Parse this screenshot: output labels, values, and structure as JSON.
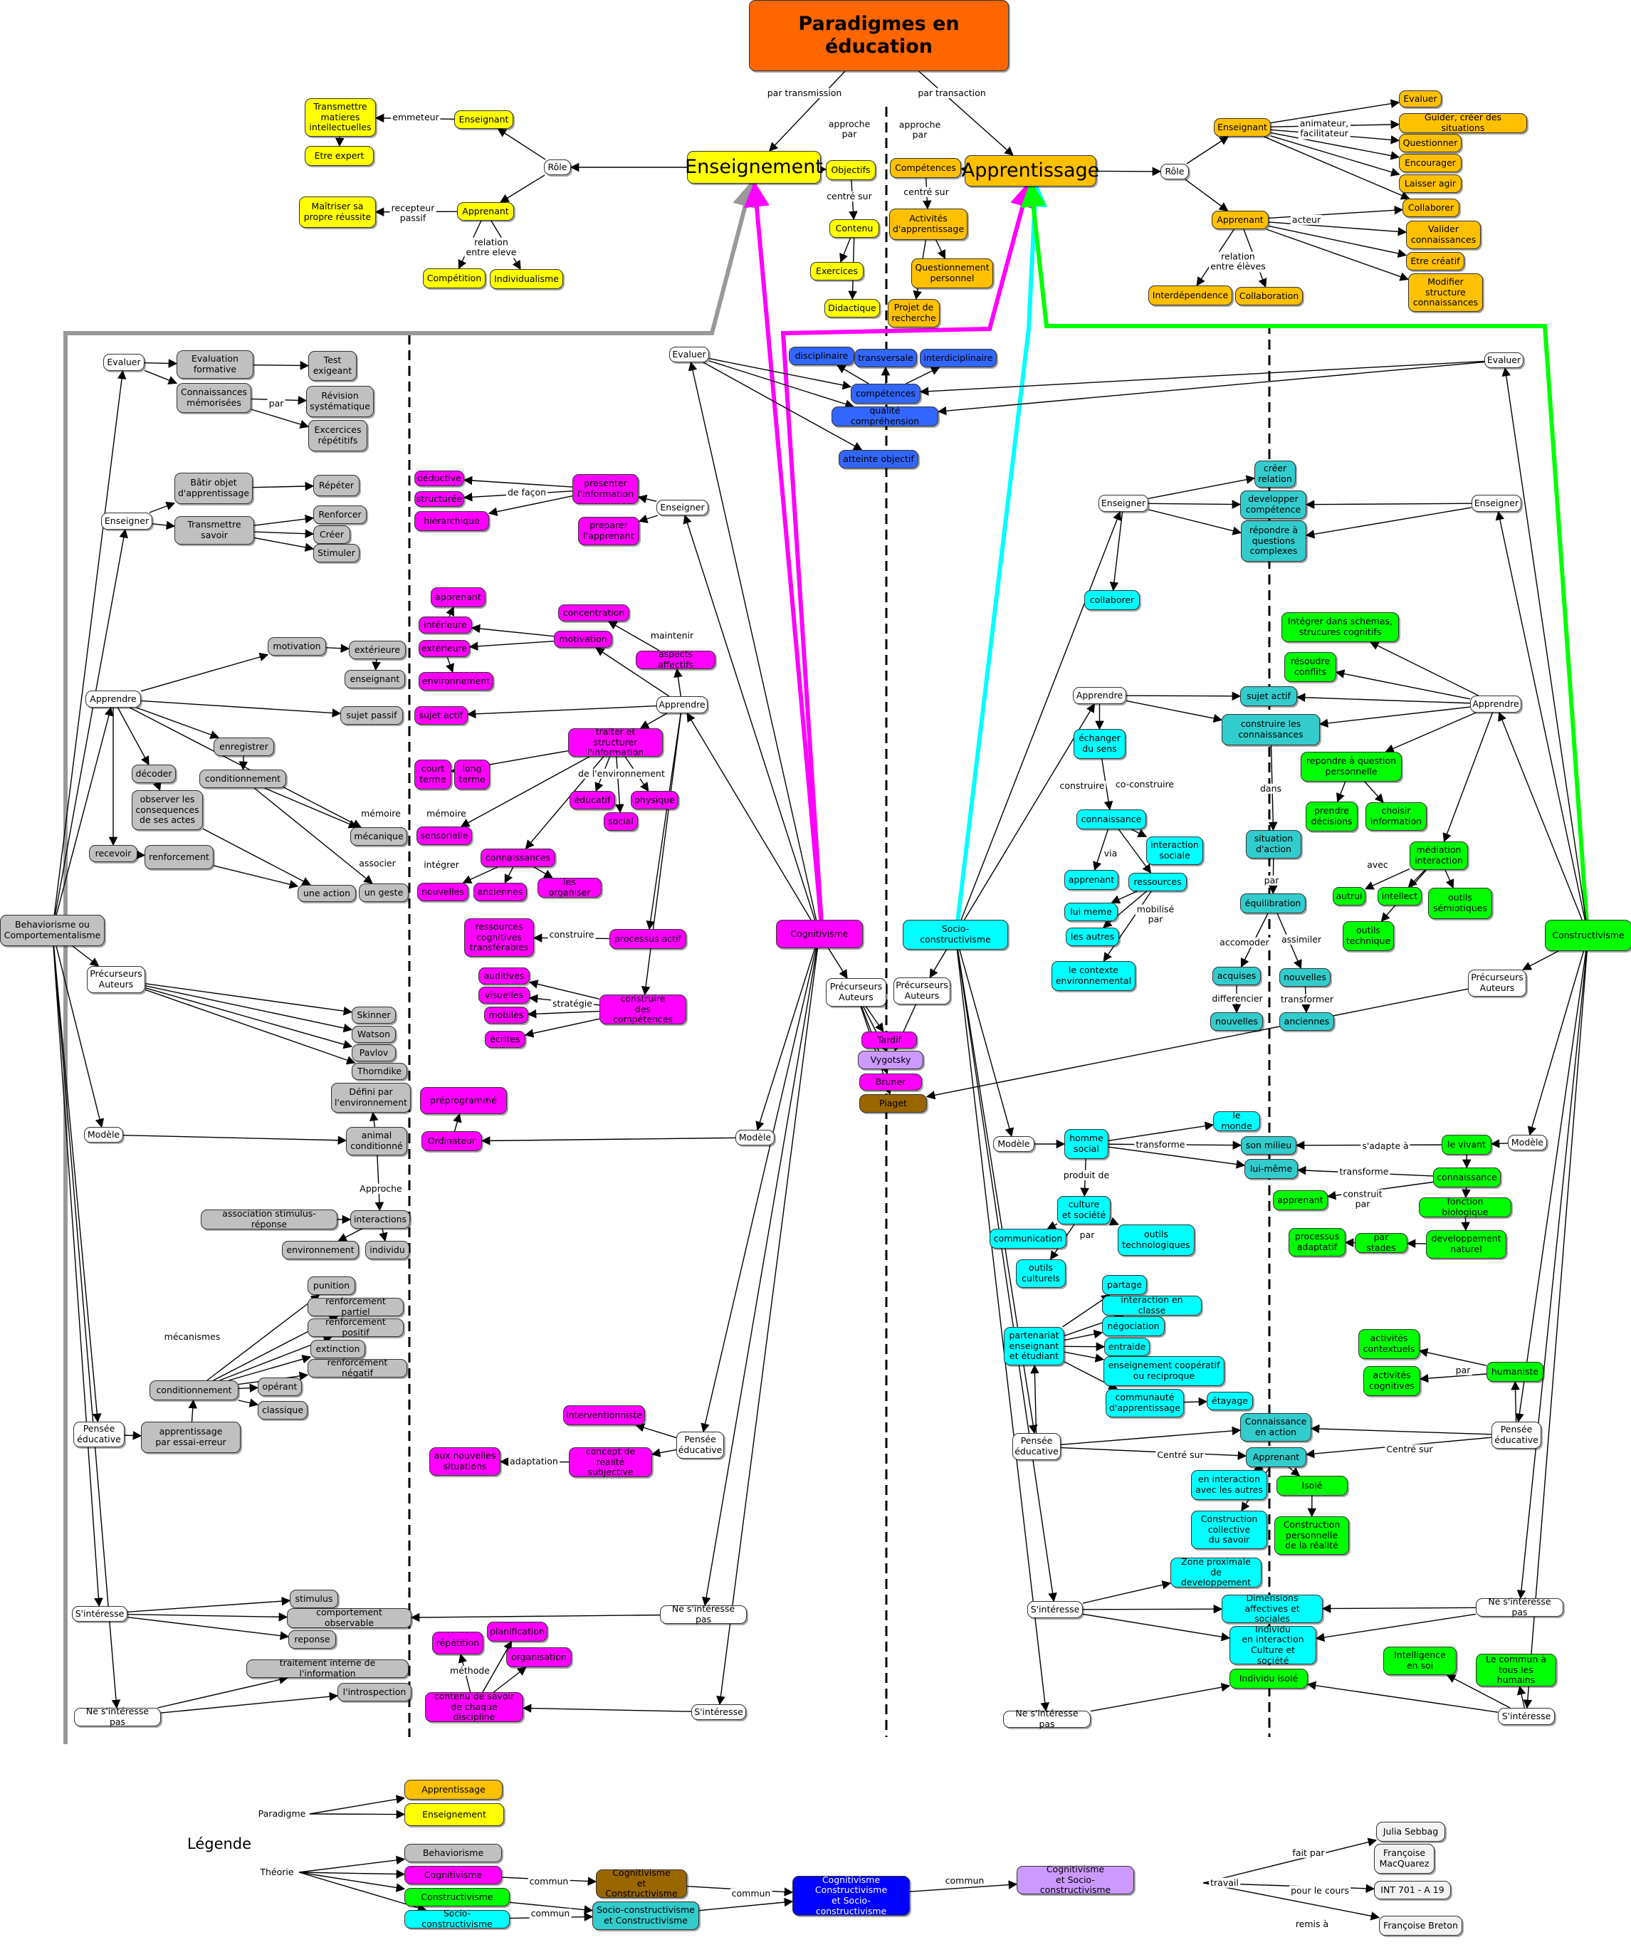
{
  "title": "Paradigmes en éducation",
  "colors": {
    "yellow": "#ffff00",
    "orange": "#ffc000",
    "grey": "#c0c0c0",
    "magenta": "#ff00ff",
    "cyan": "#00ffff",
    "green": "#00ff00",
    "teal": "#33cccc",
    "blue": "#3366ff",
    "title": "#ff6600"
  },
  "top": {
    "par_transmission": "par transmission",
    "par_transaction": "par transaction",
    "enseignement": "Enseignement",
    "apprentissage": "Apprentissage",
    "approche_par_1": "approche\npar",
    "approche_par_2": "approche\npar",
    "objectifs": "Objectifs",
    "centre_sur_1": "centré sur",
    "contenu": "Contenu",
    "exercices": "Exercices",
    "didactique": "Didactique",
    "competences": "Compétences",
    "centre_sur_2": "centré sur",
    "activites": "Activités\nd'apprentissage",
    "questionnement": "Questionnement\npersonnel",
    "projet": "Projet de\nrecherche",
    "role_1": "Rôle",
    "enseignant_1": "Enseignant",
    "emmeteur": "emmeteur",
    "transmettre": "Transmettre\nmatieres\nintellectuelles",
    "etre_expert": "Etre expert",
    "apprenant_1": "Apprenant",
    "recepteur": "recepteur\npassif",
    "maitriser": "Maîtriser sa\npropre réussite",
    "relation_1": "relation\nentre eleve",
    "competition": "Compétition",
    "individualisme": "Individualisme",
    "role_2": "Rôle",
    "enseignant_2": "Enseignant",
    "animateur": "animateur,\nfacilitateur",
    "evaluer_o": "Evaluer",
    "guider": "Guider, créer des situations",
    "questionner": "Questionner",
    "encourager": "Encourager",
    "laisser": "Laisser agir",
    "collaborer_o": "Collaborer",
    "apprenant_2": "Apprenant",
    "acteur": "acteur",
    "valider": "Valider\nconnaissances",
    "etre_creatif": "Etre créatif",
    "modifier": "Modifier\nstructure\nconnaissances",
    "relation_2": "relation\nentre élèves",
    "interdependence": "Interdépendence",
    "collaboration": "Collaboration"
  },
  "behaviorisme": {
    "root": "Behaviorisme ou\nComportementalisme",
    "evaluer": "Evaluer",
    "eval_formative": "Evaluation\nformative",
    "test_exigeant": "Test\nexigeant",
    "connaissances_mem": "Connaissances\nmémorisées",
    "par": "par",
    "revision": "Révision\nsystématique",
    "excercices": "Excercices\nrépétitifs",
    "enseigner": "Enseigner",
    "batir": "Bâtir objet\nd'apprentissage",
    "repeter": "Répéter",
    "transmettre_savoir": "Transmettre\nsavoir",
    "renforcer": "Renforcer",
    "creer": "Créer",
    "stimuler": "Stimuler",
    "apprendre": "Apprendre",
    "motivation": "motivation",
    "exterieure": "extérieure",
    "enseignant": "enseignant",
    "sujet_passif": "sujet passif",
    "enregistrer": "enregistrer",
    "decoder": "décoder",
    "conditionnement_1": "conditionnement",
    "observer": "observer les\nconsequences\nde ses actes",
    "memoire": "mémoire",
    "mecanique": "mécanique",
    "recevoir": "recevoir",
    "renforcement": "renforcement",
    "associer": "associer",
    "une_action": "une action",
    "un_geste": "un geste",
    "precurseurs": "Précurseurs\nAuteurs",
    "skinner": "Skinner",
    "watson": "Watson",
    "pavlov": "Pavlov",
    "thorndike": "Thorndike",
    "modele": "Modèle",
    "defini": "Défini par\nl'environnement",
    "animal": "animal\nconditionné",
    "approche": "Approche",
    "association": "association stimulus- réponse",
    "interactions": "interactions",
    "environnement": "environnement",
    "individu": "individu",
    "mecanismes": "mécanismes",
    "punition": "punition",
    "renf_partiel": "renforcement partiel",
    "renf_positif": "renforcement positif",
    "extinction": "extinction",
    "renf_negatif": "renforcement négatif",
    "conditionnement_2": "conditionnement",
    "operant": "opérant",
    "classique": "classique",
    "pensee": "Pensée\néducative",
    "apprentissage_essai": "apprentissage\npar essai-erreur",
    "sinteresse": "S'intéresse",
    "stimulus": "stimulus",
    "comportement": "comportement observable",
    "reponse": "reponse",
    "ne_sinteresse": "Ne s'intéresse pas",
    "traitement": "traitement interne de l'information",
    "introspection": "l'introspection"
  },
  "cognitivisme": {
    "root": "Cognitivisme",
    "evaluer": "Evaluer",
    "disciplinaire": "disciplinaire",
    "transversale": "transversale",
    "interdisciplinaire": "interdiciplinaire",
    "competences": "compétences",
    "qualite": "qualité compréhension",
    "atteinte": "atteinte objectif",
    "enseigner": "Enseigner",
    "presenter": "presenter\nl'information",
    "de_facon": "de façon",
    "deductive": "déductive",
    "structuree": "structurée",
    "hierarchique": "hiérarchique",
    "preparer": "preparer\nl'apprenant",
    "apprendre": "Apprendre",
    "apprenant": "apprenant",
    "interieure": "intérieure",
    "exterieure": "extérieure",
    "environnement": "environnement",
    "concentration": "concentration",
    "motivation": "motivation",
    "maintenir": "maintenir",
    "aspects_affectifs": "aspects affectifs",
    "sujet_actif": "sujet actif",
    "traiter": "traiter et structurer\nl'information",
    "court_terme": "court\nterme",
    "long_terme": "long\nterme",
    "memoire": "mémoire",
    "sensorielle": "sensorielle",
    "de_lenv": "de l'environnement",
    "educatif": "éducatif",
    "physique": "physique",
    "social": "social",
    "connaissances": "connaissances",
    "integrer": "intégrer",
    "nouvelles": "nouvelles",
    "anciennes": "anciennes",
    "organiser": "les organiser",
    "ressources": "ressources\ncognitives\ntransférables",
    "construire": "construire",
    "processus_actif": "processus actif",
    "auditives": "auditives",
    "visuelles": "visuelles",
    "mobiles": "mobiles",
    "ecrites": "écrites",
    "strategie": "stratégie",
    "construire_comp": "construire\ndes compétences",
    "precurseurs": "Précurseurs\nAuteurs",
    "tardif": "Tardif",
    "vygotsky": "Vygotsky",
    "bruner": "Bruner",
    "piaget": "Piaget",
    "preprogramme": "préprogrammé",
    "modele": "Modèle",
    "ordinateur": "Ordinateur",
    "interventionniste": "interventionniste",
    "pensee": "Pensée\néducative",
    "concept": "concept de\nréalité subjective",
    "adaptation": "adaptation",
    "aux_nouvelles": "aux nouvelles\nsituations",
    "ne_sinteresse": "Ne s'intéresse pas",
    "sinteresse": "S'intéresse",
    "repetition": "répétition",
    "planification": "planification",
    "methode": "méthode",
    "organisation": "organisation",
    "contenu_savoir": "contenu de savoir\nde chaque discipline"
  },
  "socio": {
    "root": "Socio-constructivisme",
    "precurseurs": "Précurseurs\nAuteurs",
    "enseigner": "Enseigner",
    "collaborer": "collaborer",
    "apprendre": "Apprendre",
    "echanger": "échanger\ndu sens",
    "construire": "construire",
    "co_construire": "co-construire",
    "connaissance": "connaissance",
    "via": "via",
    "interaction_sociale": "interaction\nsociale",
    "apprenant": "apprenant",
    "ressources": "ressources",
    "lui_meme": "lui meme",
    "les_autres": "les autres",
    "mobilise_par": "mobilisé\npar",
    "contexte": "le contexte\nenvironnemental",
    "modele": "Modèle",
    "homme_social": "homme\nsocial",
    "transforme": "transforme",
    "le_monde": "le monde",
    "produit_de": "produit de",
    "culture": "culture\net société",
    "communication": "communication",
    "par": "par",
    "outils_tech": "outils\ntechnologiques",
    "outils_cult": "outils\nculturels",
    "partenariat": "partenariat\nenseignant\net étudiant",
    "partage": "partage",
    "interaction_classe": "interaction en classe",
    "negociation": "négociation",
    "entraide": "entraide",
    "enseignement_coop": "enseignement coopératif\nou reciproque",
    "communaute": "communauté\nd'apprentissage",
    "etayage": "étayage",
    "pensee": "Pensée\néducative",
    "centre_sur": "Centré sur",
    "en_interaction": "en interaction\navec les autres",
    "construction_coll": "Construction\ncollective\ndu savoir",
    "zone": "Zone proximale\nde developpement",
    "sinteresse": "S'intéresse",
    "ne_sinteresse": "Ne s'intéresse pas"
  },
  "shared": {
    "creer_relation": "créer\nrelation",
    "developper": "developper\ncompétence",
    "repondre": "répondre à\nquestions\ncomplexes",
    "sujet_actif": "sujet actif",
    "construire_conn": "construire les\nconnaissances",
    "dans": "dans",
    "situation": "situation\nd'action",
    "par": "par",
    "equilibration": "équilibration",
    "accomoder": "accomoder",
    "assimiler": "assimiler",
    "acquises": "acquises",
    "differencier": "differencier",
    "nouvelles_1": "nouvelles",
    "nouvelles_2": "nouvelles",
    "transformer": "transformer",
    "anciennes": "anciennes",
    "son_milieu": "son milieu",
    "lui_meme": "lui-même",
    "connaissance_action": "Connaissance\nen action",
    "apprenant": "Apprenant",
    "dimensions": "Dimensions\naffectives et sociales",
    "individu_interaction": "Individu\nen interaction\nCulture et société",
    "individu_isole": "Individu isolé"
  },
  "constructivisme": {
    "root": "Constructivisme",
    "evaluer": "Evaluer",
    "enseigner": "Enseigner",
    "apprendre": "Apprendre",
    "integrer": "Intégrer dans schemas,\nstrucures cognitifs",
    "resoudre": "résoudre\nconflits",
    "repondre": "repondre à question\npersonnelle",
    "prendre": "prendre\ndécisions",
    "choisir": "choisir\ninformation",
    "mediation": "médiation\ninteraction",
    "avec": "avec",
    "autrui": "autrui",
    "intellect": "intellect",
    "outils_semiotiques": "outils\nsémiotiques",
    "outils_technique": "outils\ntechnique",
    "precurseurs": "Précurseurs\nAuteurs",
    "modele": "Modèle",
    "le_vivant": "le vivant",
    "sadapte": "s'adapte à",
    "transforme": "transforme",
    "connaissance": "connaissance",
    "construit_par": "construit\npar",
    "apprenant": "apprenant",
    "fonction": "fonction biologique",
    "processus": "processus\nadaptatif",
    "par_stades": "par stades",
    "developpement": "developpement\nnaturel",
    "activites_context": "activités\ncontextuels",
    "activites_cogn": "activités\ncognitives",
    "par": "par",
    "humaniste": "humaniste",
    "pensee": "Pensée\néducative",
    "centre_sur": "Centré sur",
    "isole": "Isolé",
    "construction_perso": "Construction\npersonnelle\nde la réalité",
    "ne_sinteresse": "Ne s'intéresse pas",
    "sinteresse": "S'intéresse",
    "intelligence": "Intelligence\nen soi",
    "le_commun": "Le commun à\ntous les humains"
  },
  "legend": {
    "title": "Légende",
    "paradigme": "Paradigme",
    "theorie": "Théorie",
    "apprentissage": "Apprentissage",
    "enseignement": "Enseignement",
    "behaviorisme": "Behaviorisme",
    "cognitivisme": "Cognitivisme",
    "constructivisme": "Constructivisme",
    "socio": "Socio-constructivisme",
    "commun_1": "commun",
    "commun_2": "commun",
    "commun_3": "commun",
    "commun_4": "commun",
    "cog_const": "Cognitivisme\net Constructivisme",
    "socio_const": "Socio-constructivisme\net Constructivisme",
    "cog_const_socio": "Cognitivisme\nConstructivisme\net Socio-constructivisme",
    "cog_socio": "Cognitivisme\net Socio-constructivisme",
    "travail": "travail",
    "fait_par": "fait par",
    "julia": "Julia Sebbag",
    "francoise": "Françoise\nMacQuarez",
    "pour_le_cours": "pour le cours",
    "int701": "INT 701 - A 19",
    "remis_a": "remis à",
    "breton": "Françoise Breton"
  }
}
